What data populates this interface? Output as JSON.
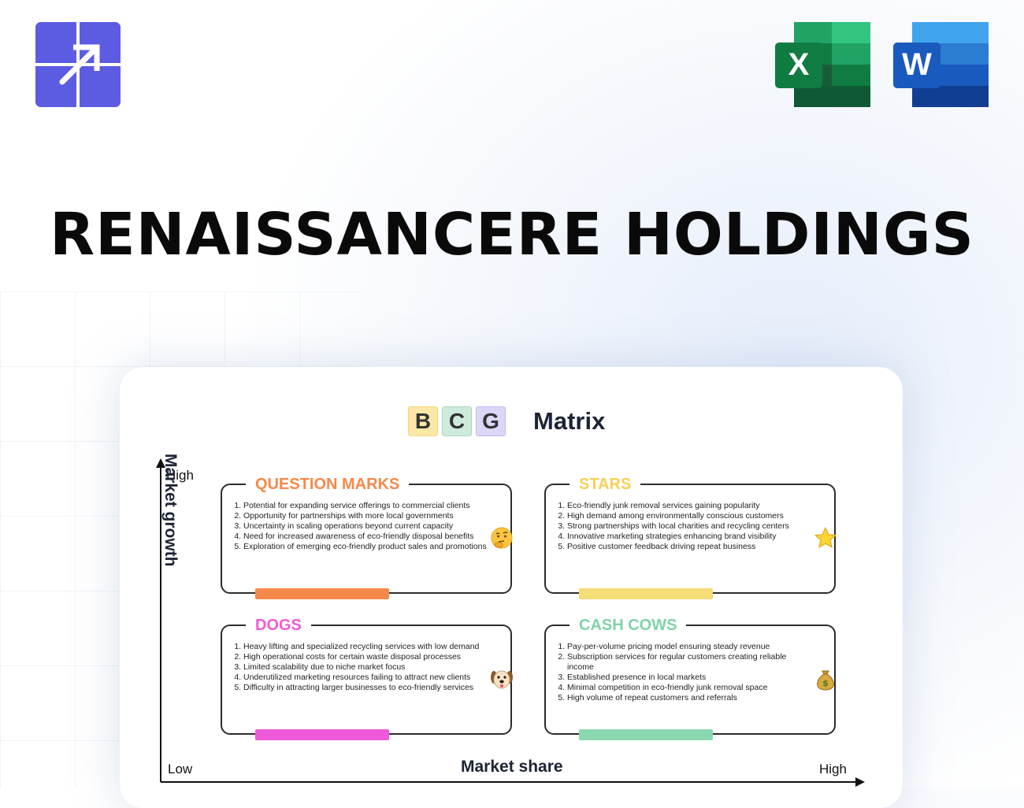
{
  "header": {
    "title": "RENAISSANCERE HOLDINGS",
    "apps": [
      {
        "name": "Excel",
        "letter": "X"
      },
      {
        "name": "Word",
        "letter": "W"
      }
    ]
  },
  "matrix": {
    "letters": [
      "B",
      "C",
      "G"
    ],
    "title_word": "Matrix",
    "axes": {
      "y_high": "High",
      "y_title": "Market growth",
      "x_low": "Low",
      "x_title": "Market share",
      "x_high": "High"
    },
    "quadrants": {
      "question_marks": {
        "title": "QUESTION MARKS",
        "color": "#f5894a",
        "items": [
          "Potential for expanding service offerings to commercial clients",
          "Opportunity for partnerships with more local governments",
          "Uncertainty in scaling operations beyond current capacity",
          "Need for increased awareness of eco-friendly disposal benefits",
          "Exploration of emerging eco-friendly product sales and promotions"
        ]
      },
      "stars": {
        "title": "STARS",
        "color": "#f7cf56",
        "items": [
          "Eco-friendly junk removal services gaining popularity",
          "High demand among environmentally conscious customers",
          "Strong partnerships with local charities and recycling centers",
          "Innovative marketing strategies enhancing brand visibility",
          "Positive customer feedback driving repeat business"
        ]
      },
      "dogs": {
        "title": "DOGS",
        "color": "#ee5ad9",
        "items": [
          "Heavy lifting and specialized recycling services with low demand",
          "High operational costs for certain waste disposal processes",
          "Limited scalability due to niche market focus",
          "Underutilized marketing resources failing to attract new clients",
          "Difficulty in attracting larger businesses to eco-friendly services"
        ]
      },
      "cash_cows": {
        "title": "CASH COWS",
        "color": "#7fd3a8",
        "items": [
          "Pay-per-volume pricing model ensuring steady revenue",
          "Subscription services for regular customers creating reliable income",
          "Established presence in local markets",
          "Minimal competition in eco-friendly junk removal space",
          "High volume of repeat customers and referrals"
        ]
      }
    },
    "icons": {
      "question_marks": "thinking-face-icon",
      "stars": "star-icon",
      "dogs": "dog-face-icon",
      "cash_cows": "money-bag-icon"
    }
  }
}
